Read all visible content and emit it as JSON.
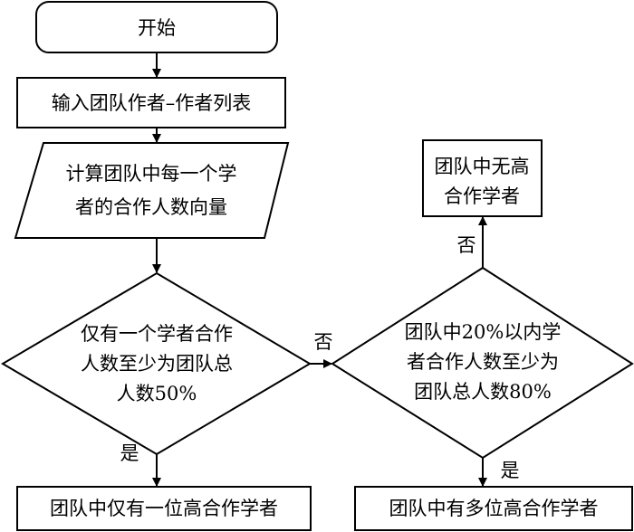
{
  "diagram": {
    "nodes": {
      "start": {
        "lines": [
          "开始"
        ]
      },
      "input": {
        "lines": [
          "输入团队作者–作者列表"
        ]
      },
      "compute": {
        "lines": [
          "计算团队中每一个学",
          "者的合作人数向量"
        ]
      },
      "decision1": {
        "lines": [
          "仅有一个学者合作",
          "人数至少为团队总",
          "人数50%"
        ]
      },
      "decision2": {
        "lines": [
          "团队中20%以内学",
          "者合作人数至少为",
          "团队总人数80%"
        ]
      },
      "result_none": {
        "lines": [
          "团队中无高",
          "合作学者"
        ]
      },
      "result_single": {
        "lines": [
          "团队中仅有一位高合作学者"
        ]
      },
      "result_multi": {
        "lines": [
          "团队中有多位高合作学者"
        ]
      }
    },
    "edges": {
      "d1_no": "否",
      "d1_yes": "是",
      "d2_no": "否",
      "d2_yes": "是"
    }
  }
}
